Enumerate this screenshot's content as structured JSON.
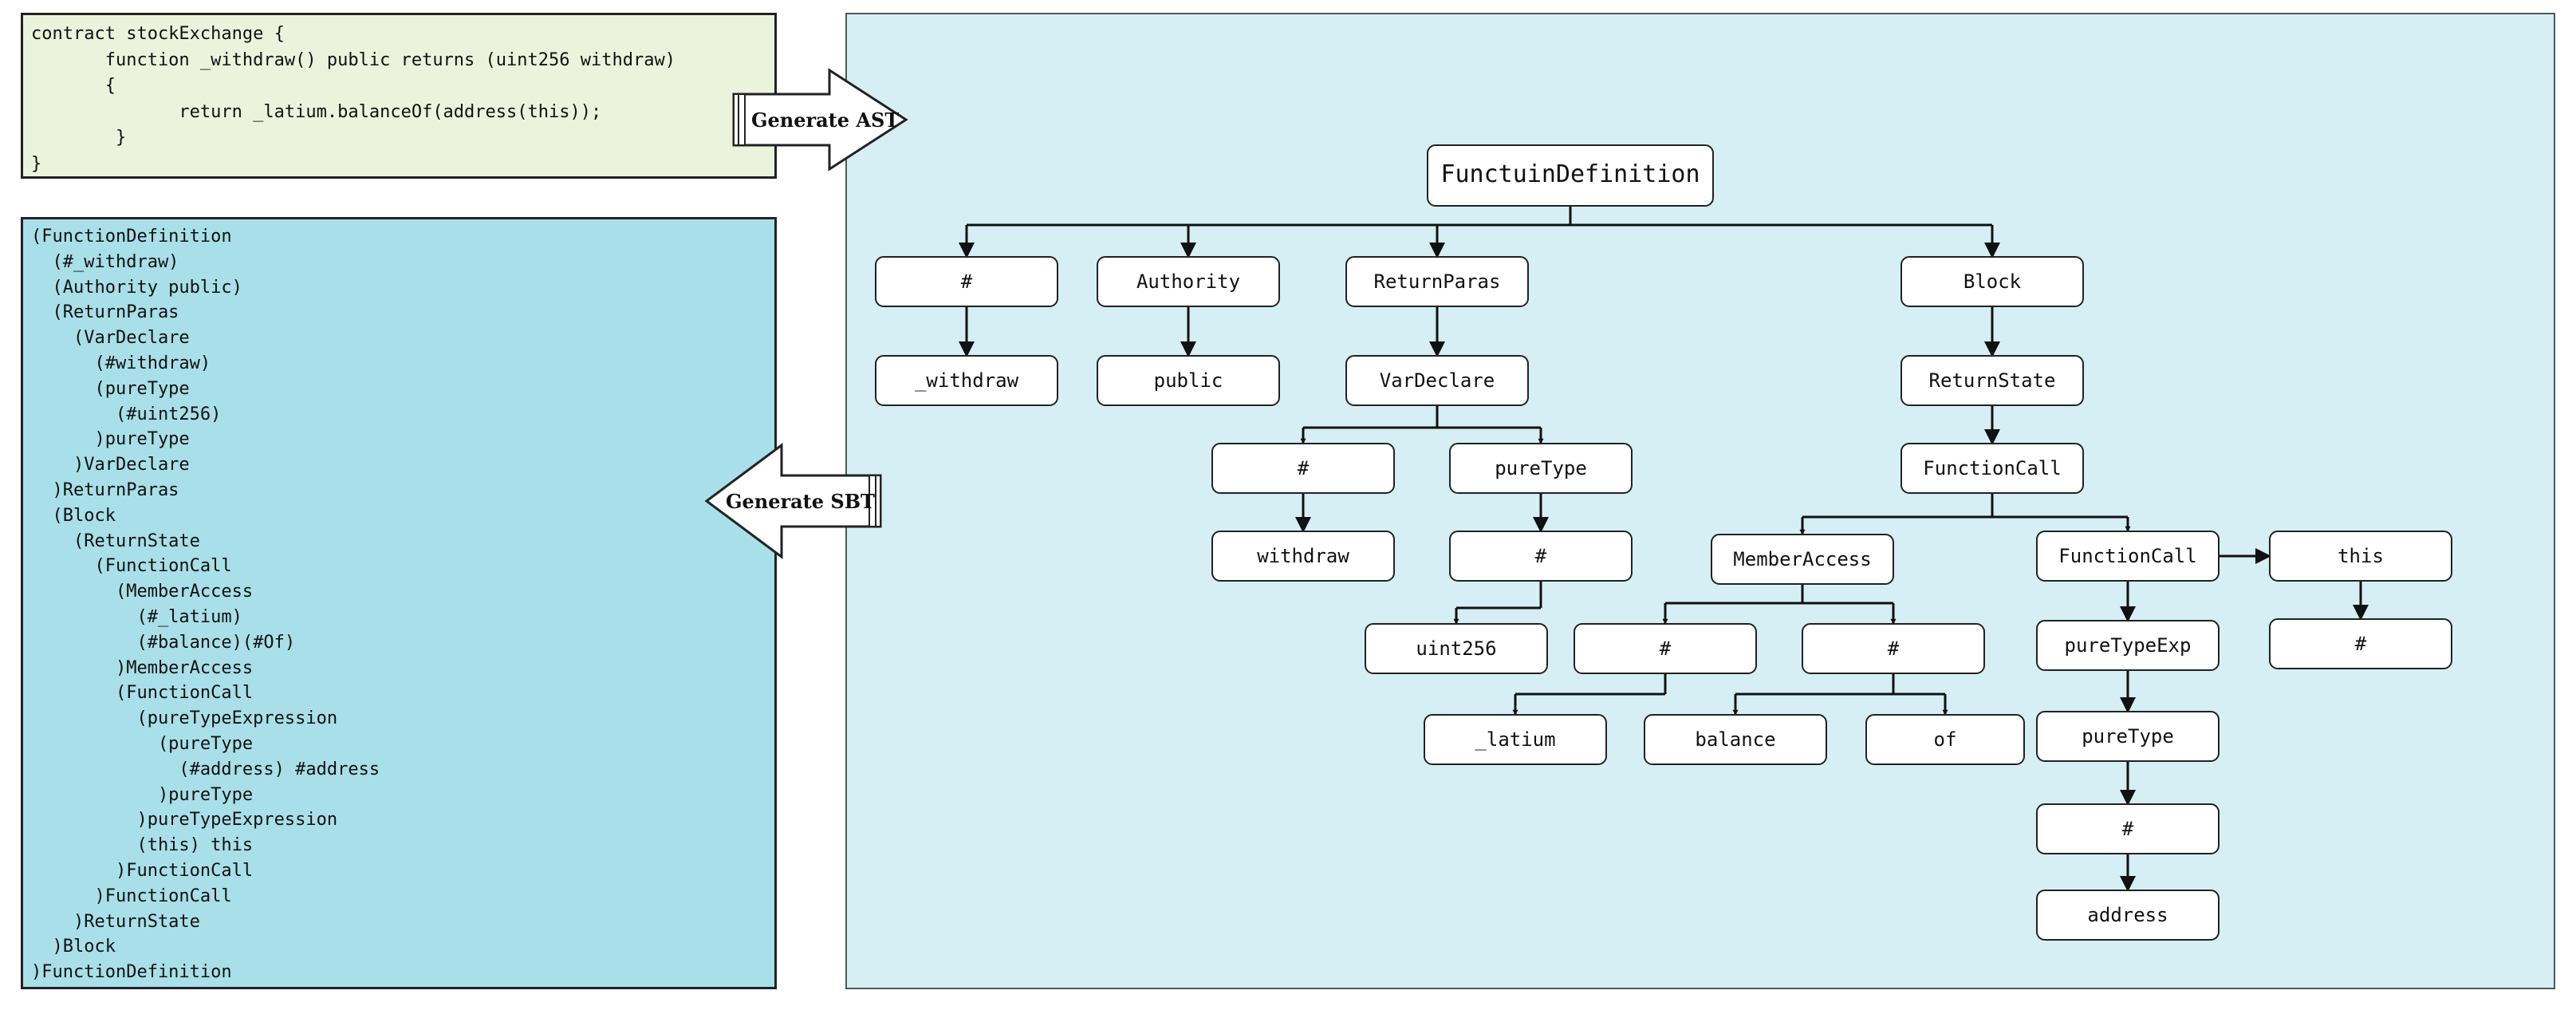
{
  "code_panel": {
    "lines": [
      "contract stockExchange {",
      "       function _withdraw() public returns (uint256 withdraw)",
      "       {",
      "              return _latium.balanceOf(address(this));",
      "        }",
      "}"
    ]
  },
  "sbt_panel": {
    "lines": [
      "(FunctionDefinition",
      "  (#_withdraw)",
      "  (Authority public)",
      "  (ReturnParas",
      "    (VarDeclare",
      "      (#withdraw)",
      "      (pureType",
      "        (#uint256)",
      "      )pureType",
      "    )VarDeclare",
      "  )ReturnParas",
      "  (Block",
      "    (ReturnState",
      "      (FunctionCall",
      "        (MemberAccess",
      "          (#_latium)",
      "          (#balance)(#Of)",
      "        )MemberAccess",
      "        (FunctionCall",
      "          (pureTypeExpression",
      "            (pureType",
      "              (#address) #address",
      "            )pureType",
      "          )pureTypeExpression",
      "          (this) this",
      "        )FunctionCall",
      "      )FunctionCall",
      "    )ReturnState",
      "  )Block",
      ")FunctionDefinition"
    ]
  },
  "arrows": {
    "generate_ast": "Generate AST",
    "generate_sbt": "Generate SBT"
  },
  "ast_nodes": {
    "root": "FunctuinDefinition",
    "n_hash1": "#",
    "n_withdraw_fn": "_withdraw",
    "n_authority": "Authority",
    "n_public": "public",
    "n_returnparas": "ReturnParas",
    "n_vardeclare": "VarDeclare",
    "n_hash2": "#",
    "n_withdraw": "withdraw",
    "n_puretype1": "pureType",
    "n_hash3": "#",
    "n_uint256": "uint256",
    "n_block": "Block",
    "n_returnstate": "ReturnState",
    "n_functioncall1": "FunctionCall",
    "n_memberaccess": "MemberAccess",
    "n_hash4": "#",
    "n_latium": "_latium",
    "n_hash5": "#",
    "n_balance": "balance",
    "n_of": "of",
    "n_functioncall2": "FunctionCall",
    "n_this": "this",
    "n_hash6": "#",
    "n_puretypeexp": "pureTypeExp",
    "n_puretype2": "pureType",
    "n_hash7": "#",
    "n_address": "address"
  }
}
